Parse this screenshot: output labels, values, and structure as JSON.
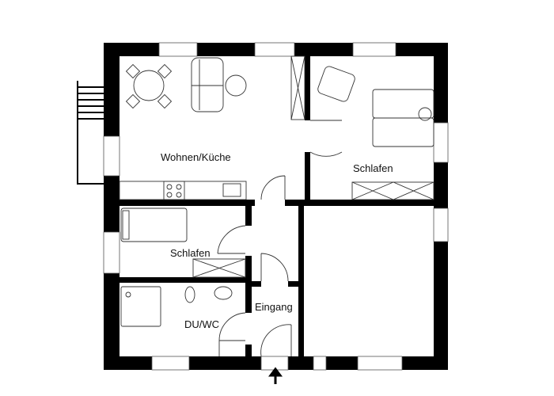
{
  "plan": {
    "type": "floor plan",
    "rooms": [
      {
        "id": "wohnen",
        "label": "Wohnen/Küche"
      },
      {
        "id": "schlafen1",
        "label": "Schlafen"
      },
      {
        "id": "schlafen2",
        "label": "Schlafen"
      },
      {
        "id": "bad",
        "label": "DU/WC"
      },
      {
        "id": "eingang",
        "label": "Eingang"
      },
      {
        "id": "raum",
        "label": ""
      }
    ],
    "entrance_marker": "arrow-up",
    "colors": {
      "wall": "#000000",
      "line": "#333333",
      "background": "#ffffff"
    }
  }
}
